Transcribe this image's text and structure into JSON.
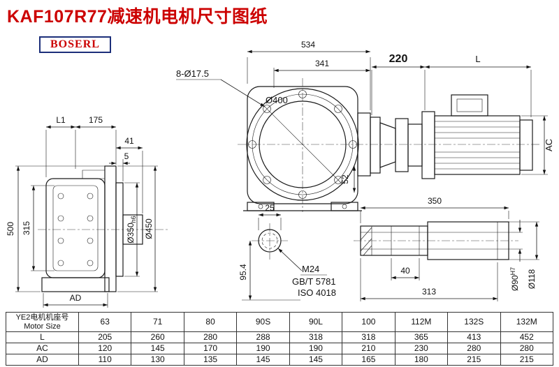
{
  "colors": {
    "title_red": "#cc0000",
    "logo_border": "#1c2f7a",
    "line": "#1a1a1a"
  },
  "title": "KAF107R77减速机电机尺寸图纸",
  "logo": "BOSERL",
  "drawing": {
    "front": {
      "overall_width": "534",
      "flange_width": "341",
      "bolt_pattern": "8-Ø17.5",
      "flange_diameter": "Ø400",
      "foot_dim": "52"
    },
    "motor": {
      "adapter_length": "220",
      "motor_length": "L",
      "motor_diameter": "AC"
    },
    "side": {
      "dim_l1": "L1",
      "dim_175": "175",
      "dim_41": "41",
      "dim_5": "5",
      "overall_height": "500",
      "center_height": "315",
      "spigot_diameter": "Ø350",
      "spigot_tolerance": "h6",
      "flange_od": "Ø450",
      "dim_ad": "AD"
    },
    "input": {
      "dim_25": "25",
      "dim_95_4": "95.4",
      "thread": "M24",
      "standard_gb": "GB/T 5781",
      "standard_iso": "ISO 4018"
    },
    "shaft": {
      "overall_length": "350",
      "dim_40": "40",
      "dim_313": "313",
      "bore_diameter": "Ø90",
      "bore_tolerance": "H7",
      "outer_diameter": "Ø118"
    }
  },
  "table": {
    "header_cn": "YE2电机机座号",
    "header_en": "Motor Size",
    "sizes": [
      "63",
      "71",
      "80",
      "90S",
      "90L",
      "100",
      "112M",
      "132S",
      "132M"
    ],
    "rows": [
      {
        "label": "L",
        "values": [
          "205",
          "260",
          "280",
          "288",
          "318",
          "318",
          "365",
          "413",
          "452"
        ]
      },
      {
        "label": "AC",
        "values": [
          "120",
          "145",
          "170",
          "190",
          "190",
          "210",
          "230",
          "280",
          "280"
        ]
      },
      {
        "label": "AD",
        "values": [
          "110",
          "130",
          "135",
          "145",
          "145",
          "165",
          "180",
          "215",
          "215"
        ]
      }
    ]
  }
}
